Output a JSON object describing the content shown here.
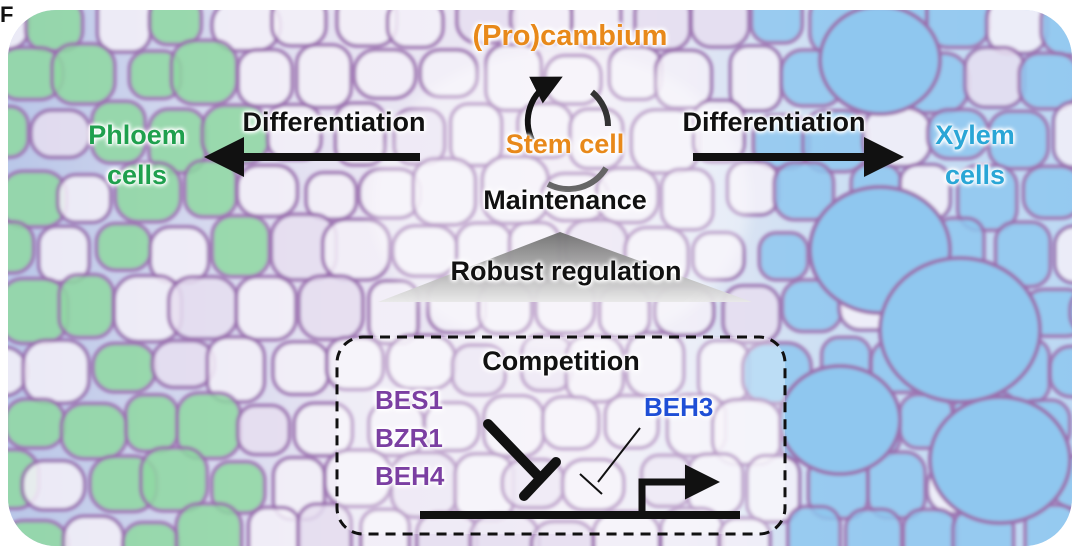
{
  "panel_letter": "F",
  "labels": {
    "procambium": "(Pro)cambium",
    "stem_cell": "Stem cell",
    "maintenance": "Maintenance",
    "diff_left": "Differentiation",
    "diff_right": "Differentiation",
    "phloem_line1": "Phloem",
    "phloem_line2": "cells",
    "xylem_line1": "Xylem",
    "xylem_line2": "cells",
    "robust": "Robust regulation",
    "competition": "Competition",
    "bes1": "BES1",
    "bzr1": "BZR1",
    "beh4": "BEH4",
    "beh3": "BEH3"
  },
  "colors": {
    "orange": "#e8891a",
    "green": "#1fa04e",
    "cyan": "#2aa6d6",
    "purple": "#7b3fa2",
    "blue": "#1f4fd6",
    "cell_wall": "#9a6fae",
    "phloem_fill": "#8fd9a2",
    "xylem_fill": "#8fc7ef"
  }
}
